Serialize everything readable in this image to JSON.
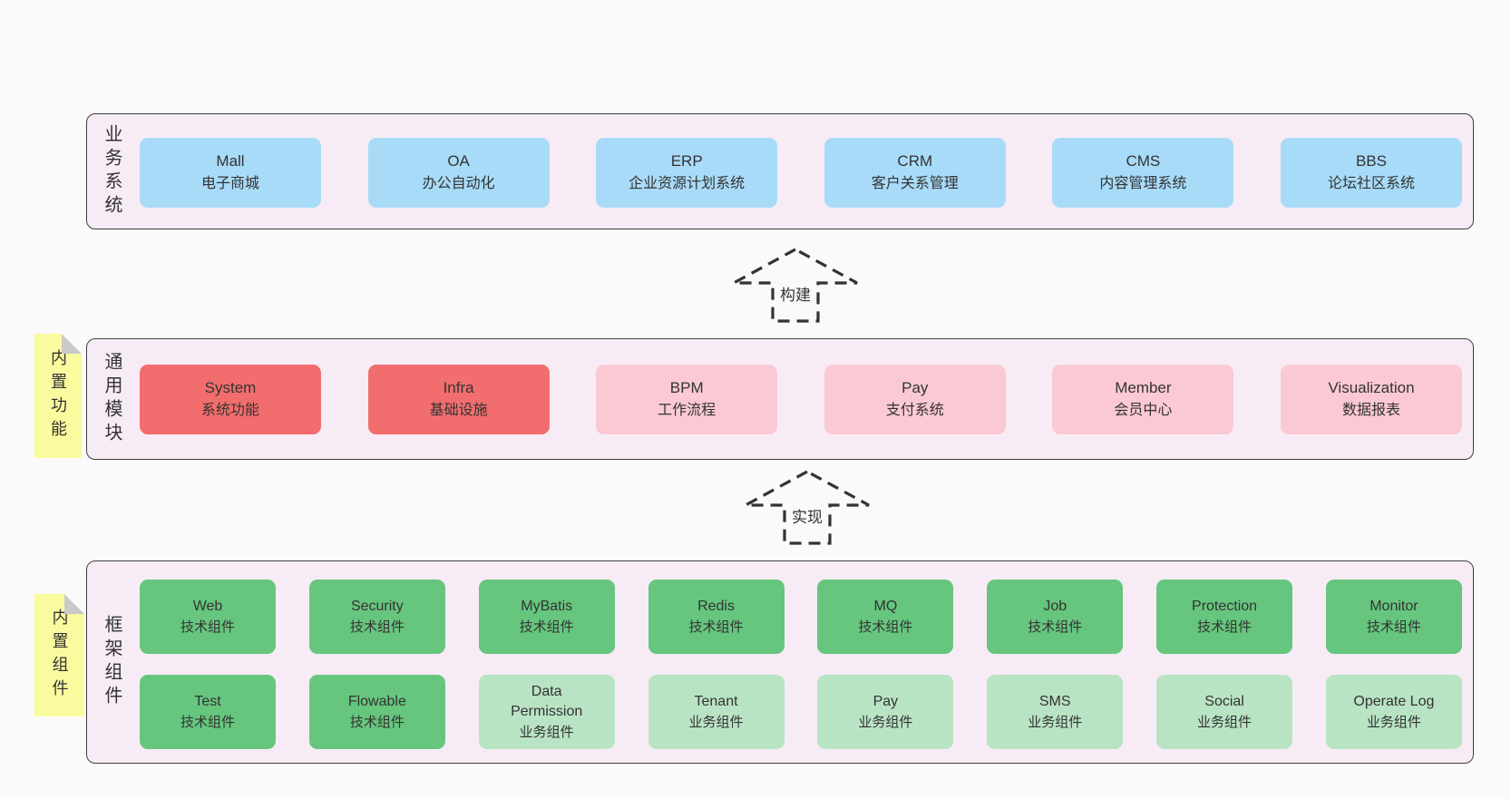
{
  "colors": {
    "page_bg": "#fafafa",
    "band_bg": "#f7ecf5",
    "band_border": "#3f3f3f",
    "blue": "#a8dbf8",
    "red": "#f26d6d",
    "pink": "#fbc9d3",
    "green": "#66c67e",
    "light_green": "#b9e4c4",
    "yellow": "#fafa9e",
    "fold_gray": "#c9c9c9",
    "text": "#333333",
    "arrow": "#333333"
  },
  "arrows": [
    {
      "label": "构建"
    },
    {
      "label": "实现"
    }
  ],
  "bands": [
    {
      "label": "业务系统",
      "boxes": [
        {
          "name": "Mall",
          "desc": "电子商城"
        },
        {
          "name": "OA",
          "desc": "办公自动化"
        },
        {
          "name": "ERP",
          "desc": "企业资源计划系统"
        },
        {
          "name": "CRM",
          "desc": "客户关系管理"
        },
        {
          "name": "CMS",
          "desc": "内容管理系统"
        },
        {
          "name": "BBS",
          "desc": "论坛社区系统"
        }
      ]
    },
    {
      "label": "通用模块",
      "sticky": "内置功能",
      "boxes": [
        {
          "name": "System",
          "desc": "系统功能"
        },
        {
          "name": "Infra",
          "desc": "基础设施"
        },
        {
          "name": "BPM",
          "desc": "工作流程"
        },
        {
          "name": "Pay",
          "desc": "支付系统"
        },
        {
          "name": "Member",
          "desc": "会员中心"
        },
        {
          "name": "Visualization",
          "desc": "数据报表"
        }
      ]
    },
    {
      "label": "框架组件",
      "sticky": "内置组件",
      "rows": [
        [
          {
            "name": "Web",
            "desc": "技术组件"
          },
          {
            "name": "Security",
            "desc": "技术组件"
          },
          {
            "name": "MyBatis",
            "desc": "技术组件"
          },
          {
            "name": "Redis",
            "desc": "技术组件"
          },
          {
            "name": "MQ",
            "desc": "技术组件"
          },
          {
            "name": "Job",
            "desc": "技术组件"
          },
          {
            "name": "Protection",
            "desc": "技术组件"
          },
          {
            "name": "Monitor",
            "desc": "技术组件"
          }
        ],
        [
          {
            "name": "Test",
            "desc": "技术组件"
          },
          {
            "name": "Flowable",
            "desc": "技术组件"
          },
          {
            "name": "Data Permission",
            "desc": "业务组件"
          },
          {
            "name": "Tenant",
            "desc": "业务组件"
          },
          {
            "name": "Pay",
            "desc": "业务组件"
          },
          {
            "name": "SMS",
            "desc": "业务组件"
          },
          {
            "name": "Social",
            "desc": "业务组件"
          },
          {
            "name": "Operate Log",
            "desc": "业务组件"
          }
        ]
      ]
    }
  ]
}
